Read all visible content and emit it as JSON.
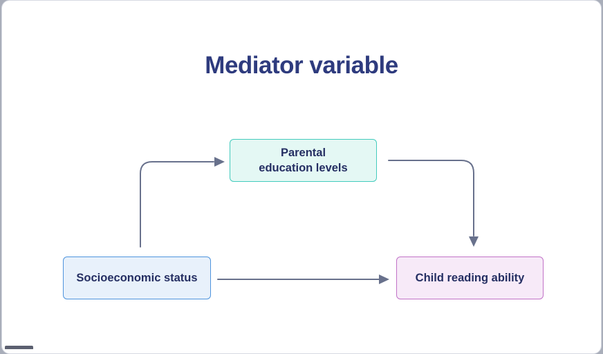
{
  "title": "Mediator variable",
  "diagram": {
    "nodes": [
      {
        "id": "parental-education-levels",
        "role": "mediator",
        "label": "Parental education levels",
        "lines": [
          "Parental",
          "education levels"
        ],
        "bg_color": "#e4f8f4",
        "border_color": "#43cbbd"
      },
      {
        "id": "socioeconomic-status",
        "role": "independent-variable",
        "label": "Socioeconomic status",
        "bg_color": "#e8f1fb",
        "border_color": "#4e94dd"
      },
      {
        "id": "child-reading-ability",
        "role": "dependent-variable",
        "label": "Child reading ability",
        "bg_color": "#f7eaf8",
        "border_color": "#c172c7"
      }
    ],
    "arrows": [
      {
        "from": "socioeconomic-status",
        "to": "parental-education-levels"
      },
      {
        "from": "parental-education-levels",
        "to": "child-reading-ability"
      },
      {
        "from": "socioeconomic-status",
        "to": "child-reading-ability"
      }
    ],
    "arrow_color": "#68718c"
  },
  "colors": {
    "title_text": "#2e3b7e",
    "node_text": "#252f63",
    "card_background": "#ffffff",
    "outer_background": "#a9aeba"
  }
}
